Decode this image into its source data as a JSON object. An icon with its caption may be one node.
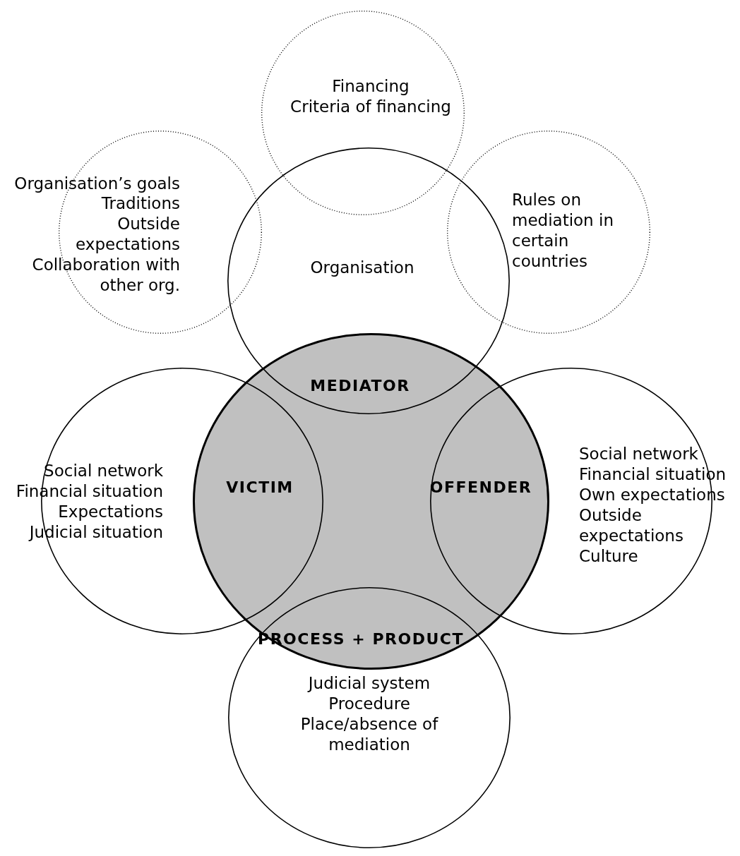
{
  "diagram": {
    "nodes": [
      {
        "text": [
          "Financing",
          "Criteria of financing"
        ]
      },
      {
        "text": [
          "Organisation’s goals",
          "Traditions",
          "Outside expectations",
          "Collaboration with other org."
        ]
      },
      {
        "text": [
          "Rules on mediation in certain countries"
        ]
      },
      {
        "text": [
          "Organisation"
        ]
      },
      {
        "text": [],
        "shape": "circle"
      },
      {
        "text": [
          "Social network",
          "Financial situation",
          "Expectations",
          "Judicial situation"
        ]
      },
      {
        "text": [
          "Social network",
          "Financial situation",
          "Own expectations",
          "Outside expectations",
          "Culture"
        ]
      },
      {
        "text": [
          "Judicial system",
          "Procedure",
          "Place/absence of mediation"
        ]
      }
    ],
    "labels": [
      "MEDIATOR",
      "VICTIM",
      "OFFENDER",
      "PROCESS + PRODUCT"
    ]
  }
}
